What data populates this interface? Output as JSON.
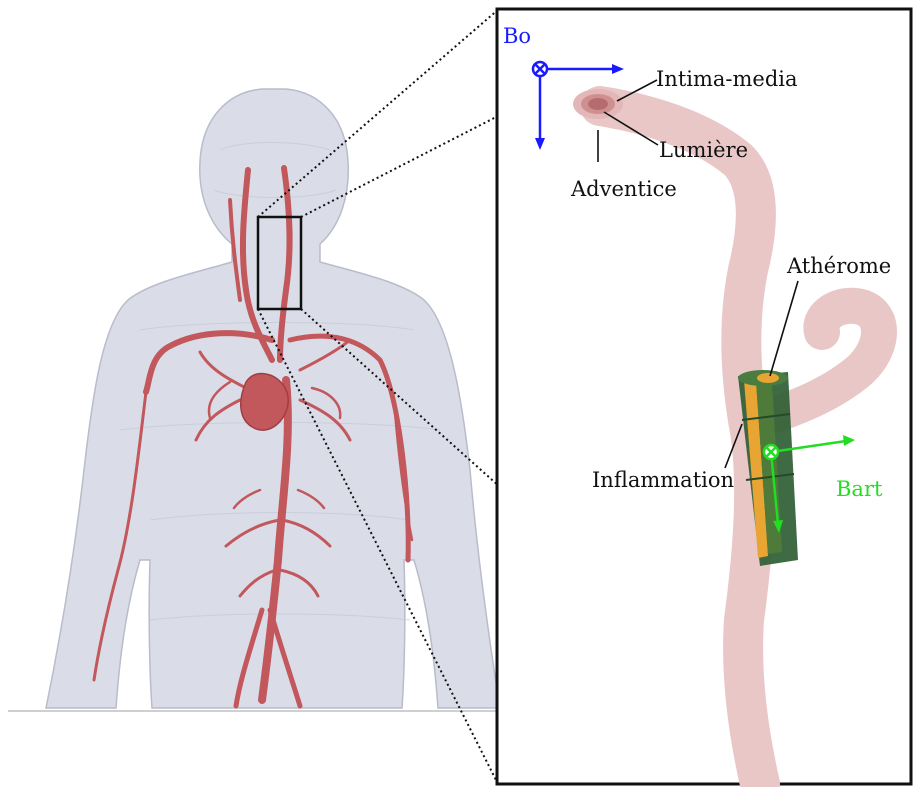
{
  "figure": {
    "labels": {
      "b0": "Bo",
      "intima_media": "Intima-media",
      "lumiere": "Lumière",
      "adventice": "Adventice",
      "atherome": "Athérome",
      "inflammation": "Inflammation",
      "bart": "Bart"
    },
    "colors": {
      "body": "#dadde8",
      "vessels": "#c2575c",
      "artery_ghost": "#e9c7c7",
      "atheroma": "#e8a533",
      "inflammation": "#2f5e34",
      "b0_axes": "#1a1aff",
      "bart_axes": "#22dd22"
    }
  }
}
